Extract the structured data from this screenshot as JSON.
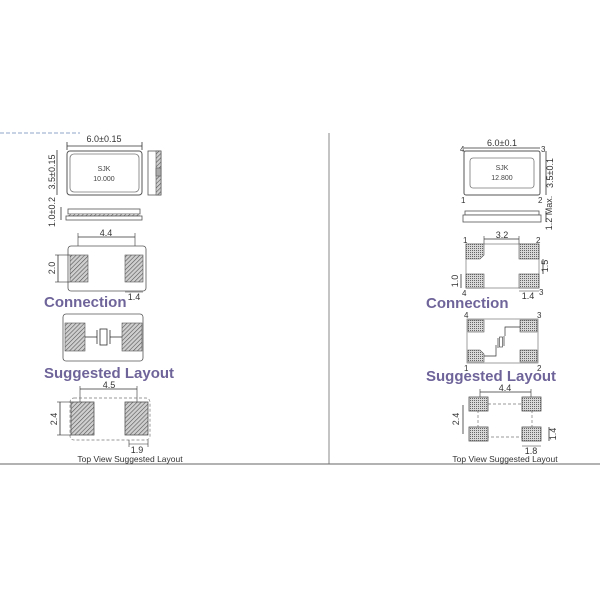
{
  "colors": {
    "heading": "#6f649a",
    "line": "#555555",
    "pad_fill": "#9a9a9a",
    "divider": "#888888",
    "background": "#ffffff"
  },
  "left_panel": {
    "package": {
      "width_dim": "6.0±0.15",
      "height_dim": "3.5±0.15",
      "thickness_dim": "1.0±0.2",
      "marking_brand": "SJK",
      "marking_freq": "10.000"
    },
    "bottom_view": {
      "pad_pitch": "4.4",
      "pad_height": "2.0",
      "pad_width": "1.4"
    },
    "connection_title": "Connection",
    "suggested_layout_title": "Suggested Layout",
    "layout": {
      "pad_pitch": "4.5",
      "pad_height": "2.4",
      "pad_width": "1.9"
    },
    "caption": "Top View Suggested Layout"
  },
  "right_panel": {
    "package": {
      "width_dim": "6.0±0.1",
      "height_dim": "3.5±0.1",
      "thickness_dim": "1.2 Max.",
      "marking_brand": "SJK",
      "marking_freq": "12.800",
      "pins": [
        "1",
        "2",
        "3",
        "4"
      ]
    },
    "bottom_view": {
      "pad_pitch": "3.2",
      "pad_vspace": "1.5",
      "pad_height": "1.0",
      "pad_width": "1.4",
      "pins": [
        "1",
        "2",
        "3",
        "4"
      ]
    },
    "connection_title": "Connection",
    "connection_pins": [
      "1",
      "2",
      "3",
      "4"
    ],
    "suggested_layout_title": "Suggested Layout",
    "layout": {
      "pad_pitch": "4.4",
      "pad_vpitch": "2.4",
      "pad_height": "1.4",
      "pad_width": "1.8"
    },
    "caption": "Top View Suggested Layout"
  }
}
